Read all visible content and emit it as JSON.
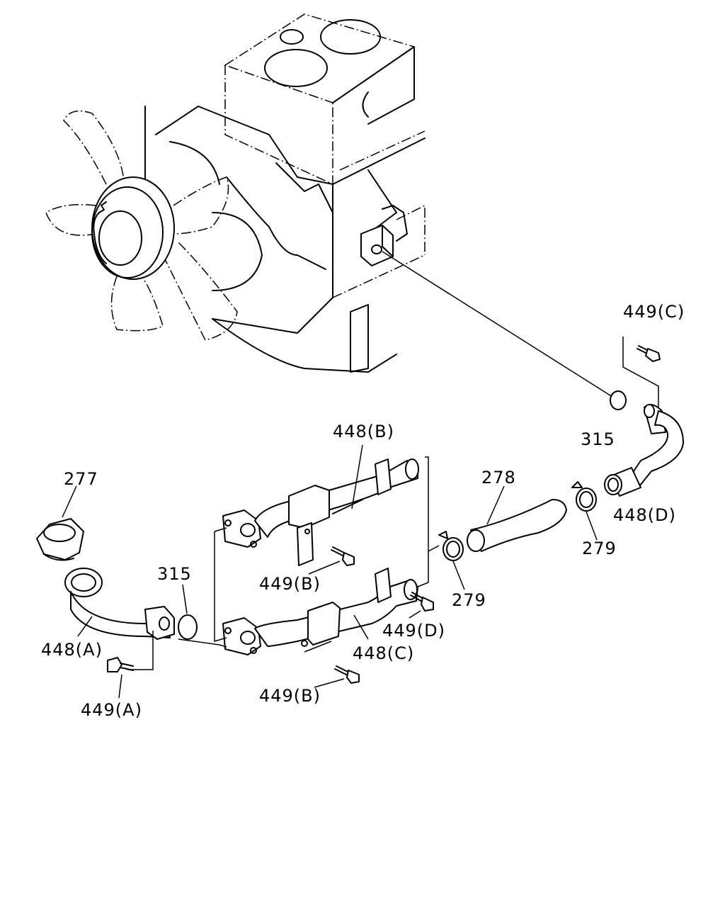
{
  "labels": {
    "p277": "277",
    "p278": "278",
    "p279_a": "279",
    "p279_b": "279",
    "p315_a": "315",
    "p315_b": "315",
    "p448_a": "448(A)",
    "p448_b": "448(B)",
    "p448_c": "448(C)",
    "p448_d": "448(D)",
    "p449_a": "449(A)",
    "p449_b1": "449(B)",
    "p449_b2": "449(B)",
    "p449_c": "449(C)",
    "p449_d": "449(D)"
  }
}
